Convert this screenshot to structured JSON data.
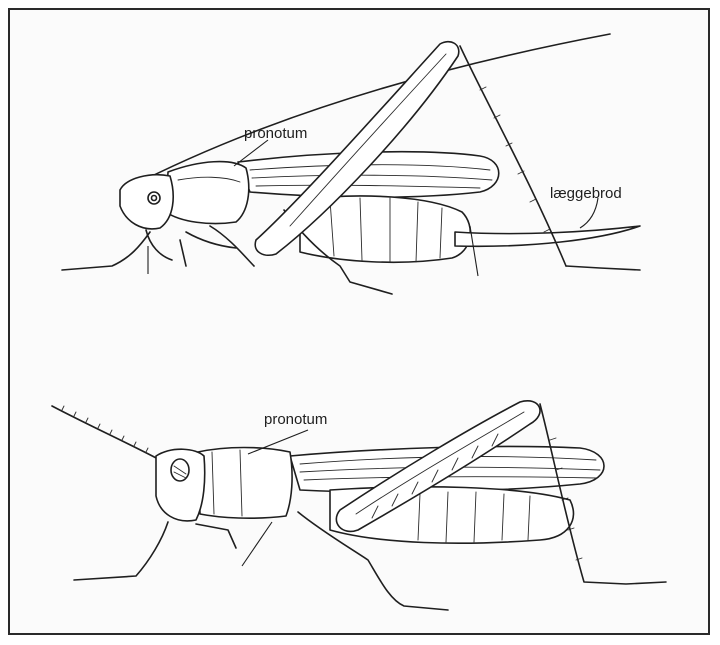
{
  "labels": {
    "bushcricket_pronotum": "pronotum",
    "bushcricket_ovipositor": "læggebrod",
    "grasshopper_pronotum": "pronotum"
  }
}
